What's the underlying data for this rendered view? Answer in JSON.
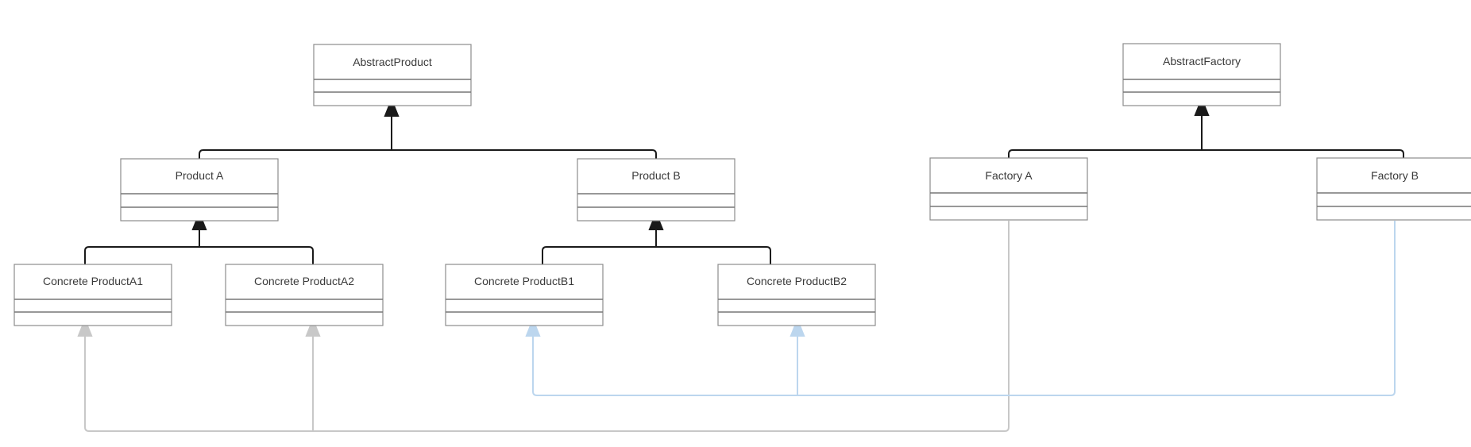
{
  "diagram": {
    "classes": {
      "abstract_product": {
        "name": "AbstractProduct"
      },
      "product_a": {
        "name": "Product A"
      },
      "product_b": {
        "name": "Product B"
      },
      "concrete_product_a1": {
        "name": "Concrete ProductA1"
      },
      "concrete_product_a2": {
        "name": "Concrete ProductA2"
      },
      "concrete_product_b1": {
        "name": "Concrete ProductB1"
      },
      "concrete_product_b2": {
        "name": "Concrete ProductB2"
      },
      "abstract_factory": {
        "name": "AbstractFactory"
      },
      "factory_a": {
        "name": "Factory A"
      },
      "factory_b": {
        "name": "Factory B"
      }
    },
    "colors": {
      "box_border": "#8c8c8c",
      "generalization_line": "#1a1a1a",
      "factory_a_dependency": "#c8c8c8",
      "factory_b_dependency": "#bcd6ee"
    }
  }
}
